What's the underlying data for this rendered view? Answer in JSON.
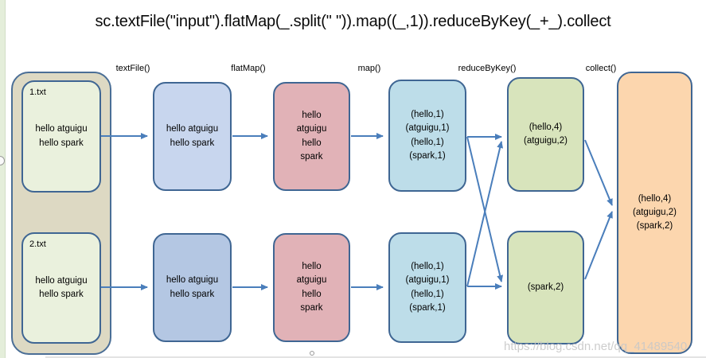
{
  "title": "sc.textFile(\"input\").flatMap(_.split(\" \")).map((_,1)).reduceByKey(_+_).collect",
  "stage_labels": {
    "textfile": "textFile()",
    "flatmap": "flatMap()",
    "map": "map()",
    "reducebykey": "reduceByKey()",
    "collect": "collect()"
  },
  "input_files": {
    "file1": {
      "name": "1.txt",
      "content": "hello atguigu\nhello spark"
    },
    "file2": {
      "name": "2.txt",
      "content": "hello atguigu\nhello spark"
    }
  },
  "textfile_stage": {
    "partition1": "hello atguigu\nhello spark",
    "partition2": "hello atguigu\nhello spark"
  },
  "flatmap_stage": {
    "partition1": "hello\natguigu\nhello\nspark",
    "partition2": "hello\natguigu\nhello\nspark"
  },
  "map_stage": {
    "partition1": "(hello,1)\n(atguigu,1)\n(hello,1)\n(spark,1)",
    "partition2": "(hello,1)\n(atguigu,1)\n(hello,1)\n(spark,1)"
  },
  "reducebykey_stage": {
    "partition1": "(hello,4)\n(atguigu,2)",
    "partition2": "(spark,2)"
  },
  "collect_stage": {
    "result": "(hello,4)\n(atguigu,2)\n(spark,2)"
  },
  "watermark": "https://blog.csdn.net/qq_41489540",
  "colors": {
    "box_border": "#3f6693",
    "arrow": "#4a7ebb",
    "file_group_fill": "#ddd9c3",
    "file_fill": "#eaf1dd",
    "textfile_fill_top": "#c8d6ee",
    "textfile_fill_bottom": "#b4c7e3",
    "flatmap_fill": "#e1b2b7",
    "map_fill": "#bddde9",
    "reducebykey_fill": "#d8e4bc",
    "collect_fill": "#fcd6ae"
  }
}
